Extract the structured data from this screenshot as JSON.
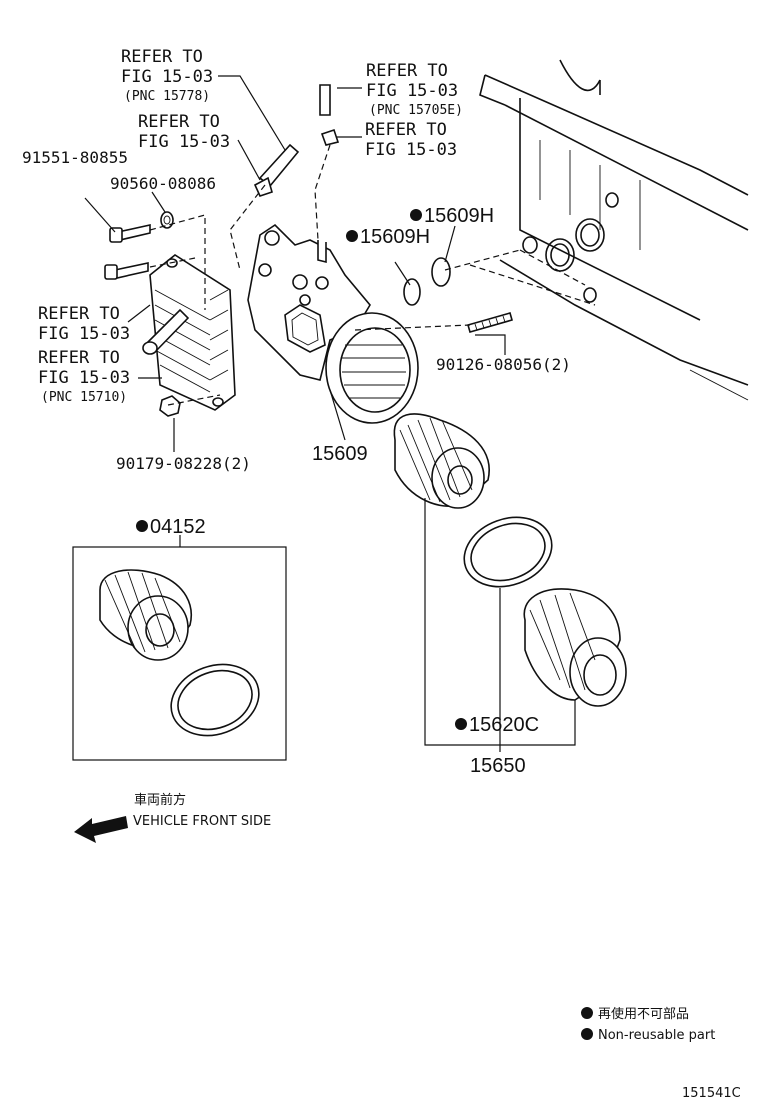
{
  "labels": {
    "ref_15778": {
      "line1": "REFER TO",
      "line2": "FIG 15-03",
      "pnc": "(PNC 15778)"
    },
    "ref_a": {
      "line1": "REFER TO",
      "line2": "FIG 15-03"
    },
    "ref_15705e": {
      "line1": "REFER TO",
      "line2": "FIG 15-03",
      "pnc": "(PNC 15705E)"
    },
    "ref_b": {
      "line1": "REFER TO",
      "line2": "FIG 15-03"
    },
    "ref_c": {
      "line1": "REFER TO",
      "line2": "FIG 15-03"
    },
    "ref_15710": {
      "line1": "REFER TO",
      "line2": "FIG 15-03",
      "pnc": "(PNC 15710)"
    }
  },
  "parts": {
    "p91551": "91551-80855",
    "p90560": "90560-08086",
    "p15609h_a": "15609H",
    "p15609h_b": "15609H",
    "p90126": "90126-08056(2)",
    "p90179": "90179-08228(2)",
    "p15609": "15609",
    "p04152": "04152",
    "p15620c": "15620C",
    "p15650": "15650"
  },
  "direction": {
    "jp": "車両前方",
    "en": "VEHICLE FRONT SIDE"
  },
  "legend": {
    "jp": "再使用不可部品",
    "en": "Non-reusable part"
  },
  "illustration_id": "151541C",
  "icons": {
    "bullet": "filled-circle-icon",
    "arrow": "front-arrow-icon"
  }
}
